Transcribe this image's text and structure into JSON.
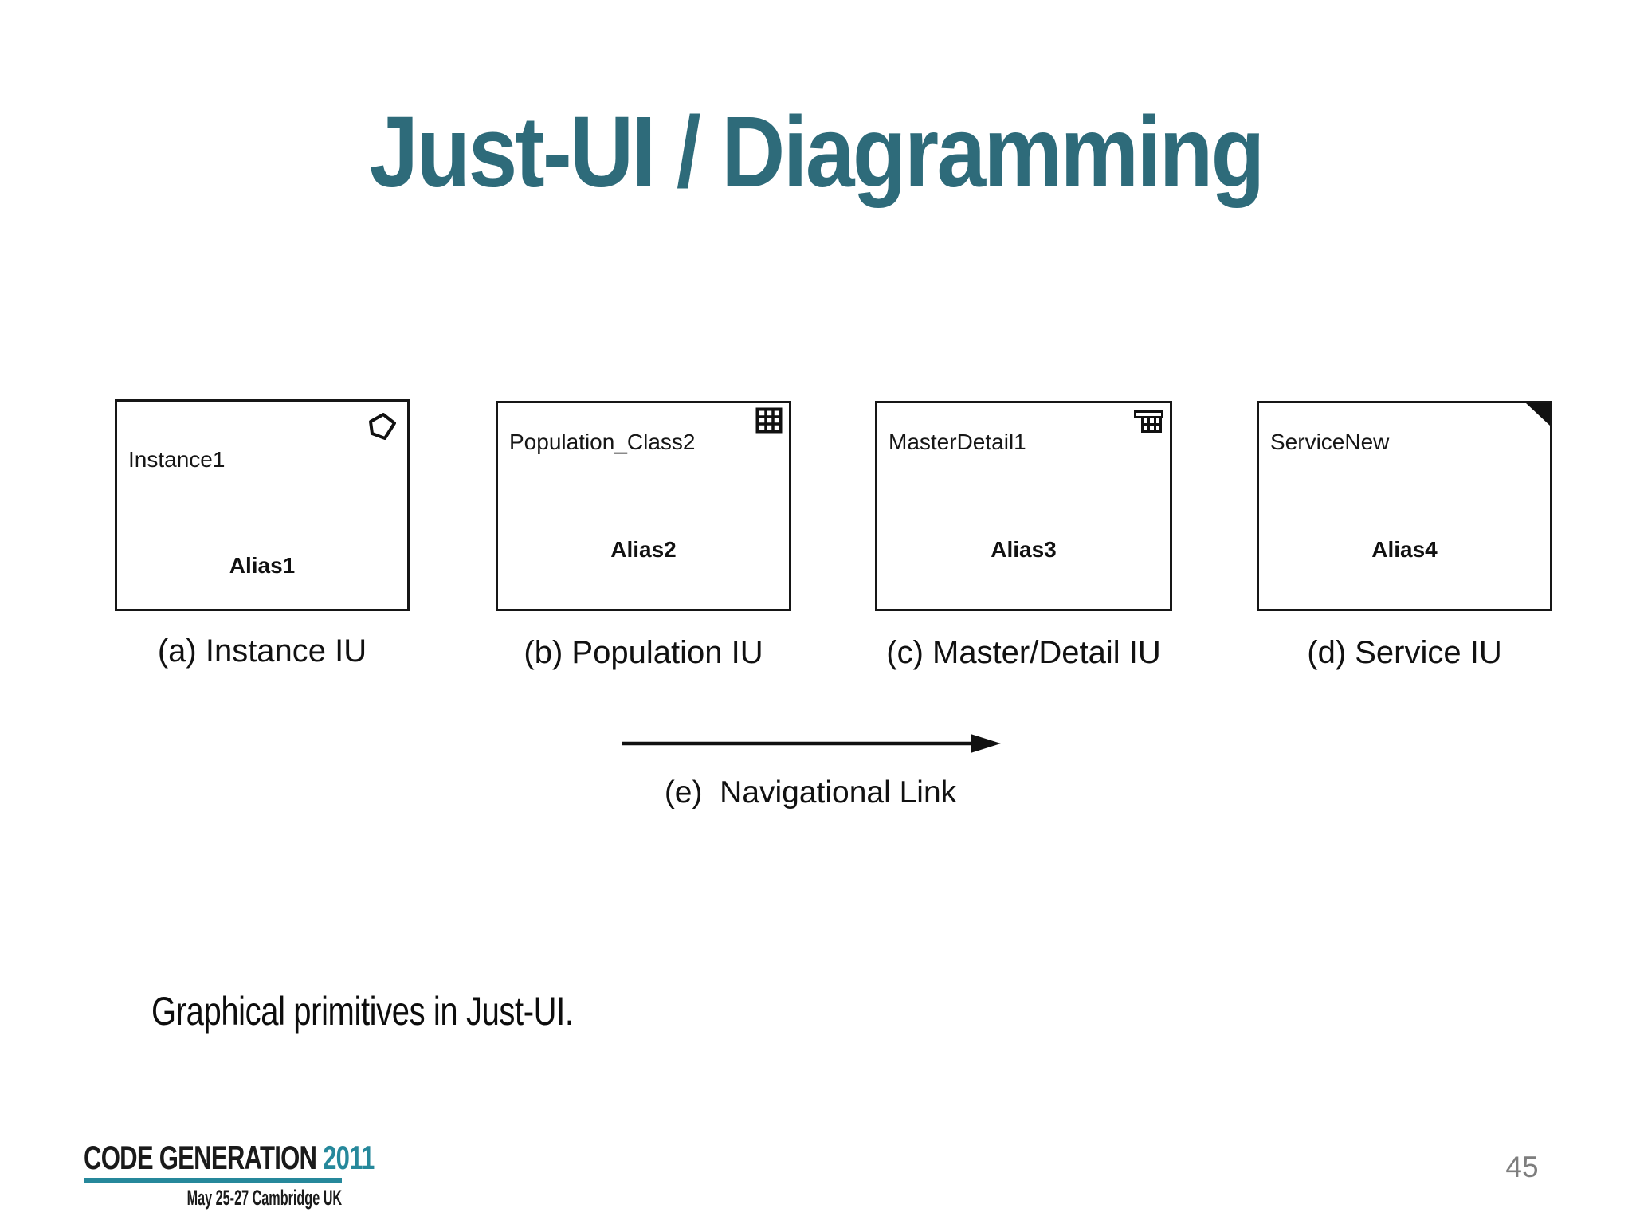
{
  "slide": {
    "title": "Just-UI / Diagramming",
    "figure_caption": "Graphical primitives in Just-UI.",
    "page_number": "45"
  },
  "primitives": [
    {
      "name": "Instance1",
      "alias": "Alias1",
      "caption": "(a) Instance IU",
      "icon": "instance-pentagon-icon"
    },
    {
      "name": "Population_Class2",
      "alias": "Alias2",
      "caption": "(b) Population IU",
      "icon": "population-grid-icon"
    },
    {
      "name": "MasterDetail1",
      "alias": "Alias3",
      "caption": "(c) Master/Detail IU",
      "icon": "master-detail-grid-icon"
    },
    {
      "name": "ServiceNew",
      "alias": "Alias4",
      "caption": "(d) Service IU",
      "icon": "service-folded-corner-icon"
    }
  ],
  "navigational_link": {
    "caption": "(e)  Navigational Link"
  },
  "footer": {
    "logo_title": "CODE GENERATION ",
    "logo_year": "2011",
    "logo_subtitle": "May 25-27 Cambridge UK"
  },
  "colors": {
    "title_teal": "#2E6B7A",
    "logo_teal": "#26889B",
    "ink": "#111111",
    "page_number_gray": "#7E7E7E"
  }
}
